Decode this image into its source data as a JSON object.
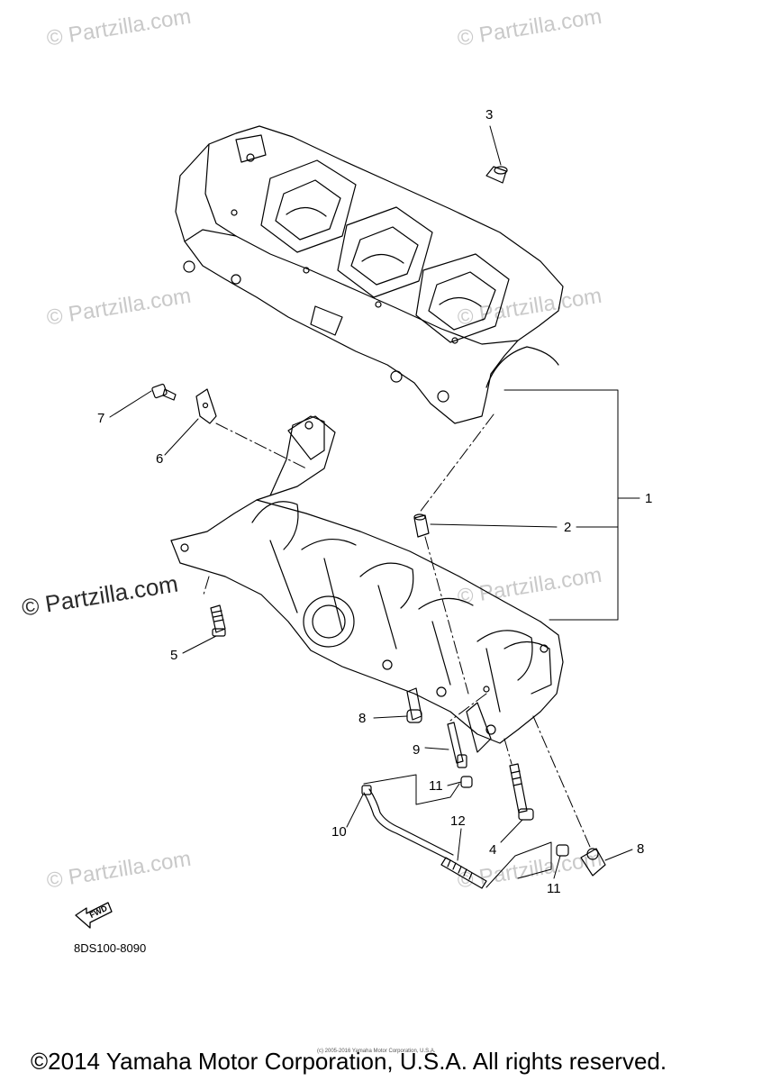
{
  "watermarks": {
    "text": "© Partzilla.com",
    "prominent": "© Partzilla.com"
  },
  "callouts": {
    "c1": "1",
    "c2": "2",
    "c3": "3",
    "c4": "4",
    "c5": "5",
    "c6": "6",
    "c7": "7",
    "c8a": "8",
    "c8b": "8",
    "c9": "9",
    "c10": "10",
    "c11a": "11",
    "c11b": "11",
    "c12": "12"
  },
  "fwd_label": "FWD",
  "diagram_code": "8DS100-8090",
  "small_note": "(c) 2005-2016 Yamaha Motor Corporation, U.S.A.",
  "copyright": "©2014 Yamaha Motor Corporation, U.S.A. All rights reserved.",
  "icons": {
    "forward_arrow": "fwd-arrow-icon"
  }
}
